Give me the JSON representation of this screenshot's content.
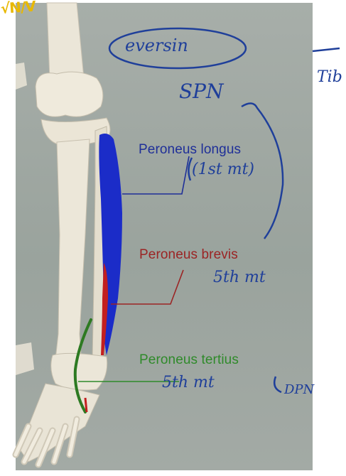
{
  "corner_mark": "√N/V",
  "labels": {
    "longus": "Peroneus longus",
    "brevis": "Peroneus brevis",
    "tertius": "Peroneus tertius"
  },
  "annotations": {
    "eversion": "eversin",
    "spn": "SPN",
    "longus_note": "(1st mt)",
    "brevis_note": "5th mt",
    "tertius_note": "5th mt",
    "dpn": "DPN",
    "right_edge": "Tib"
  },
  "colors": {
    "longus": "#1f2f98",
    "brevis": "#9b2424",
    "tertius": "#2f8a2a",
    "ink": "#1f3f9a"
  }
}
